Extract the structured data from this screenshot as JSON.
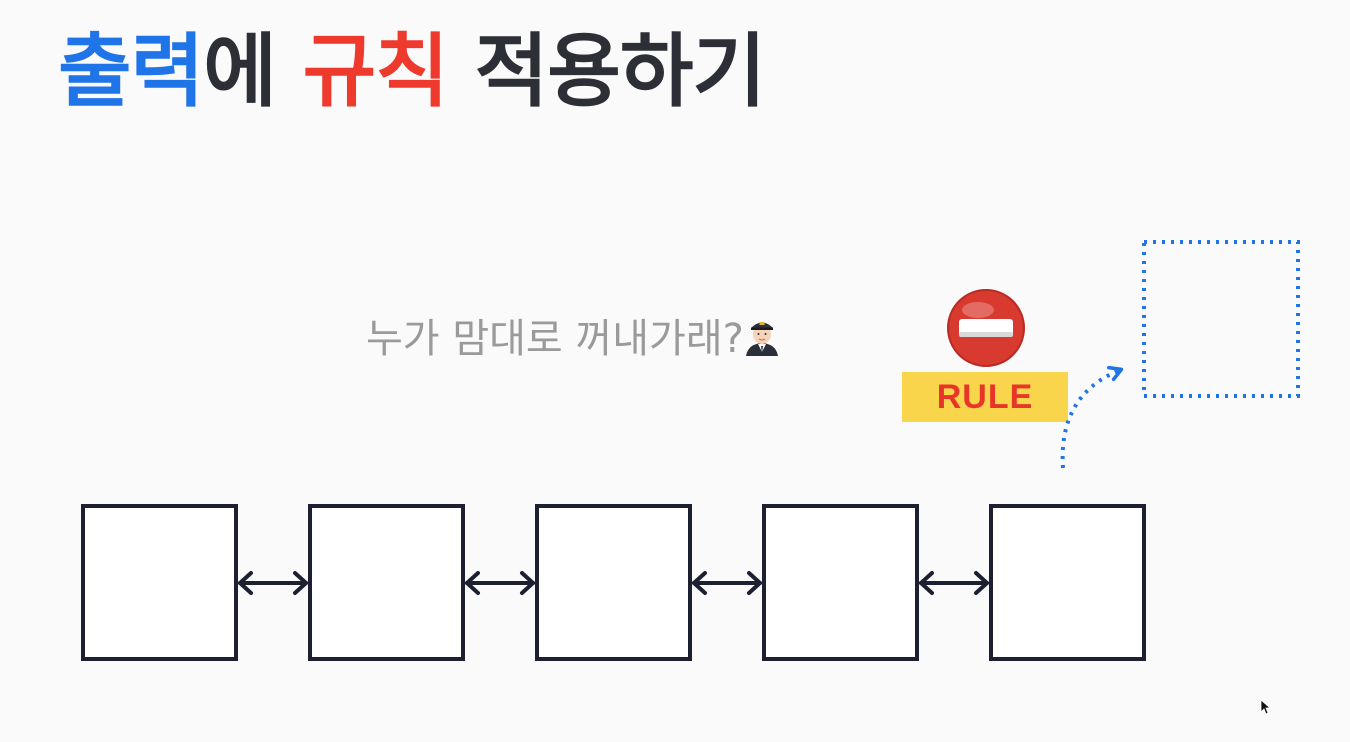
{
  "title": {
    "part1": "출력",
    "part2": "에 ",
    "part3": "규칙",
    "part4": " 적용하기"
  },
  "question": {
    "text": "누가 맘대로 꺼내가래?",
    "emoji": "pilot-emoji"
  },
  "rule": {
    "icon": "no-entry-icon",
    "label": "RULE"
  },
  "colors": {
    "title_blue": "#1f74e8",
    "title_red": "#ee3a2c",
    "dotted_blue": "#1f74e8",
    "box_stroke": "#1c2030",
    "badge_yellow": "#f8d54b",
    "badge_text": "#e8352a"
  },
  "diagram": {
    "node_count": 5,
    "link_type": "bidirectional-arrow",
    "output_node": "dotted"
  }
}
